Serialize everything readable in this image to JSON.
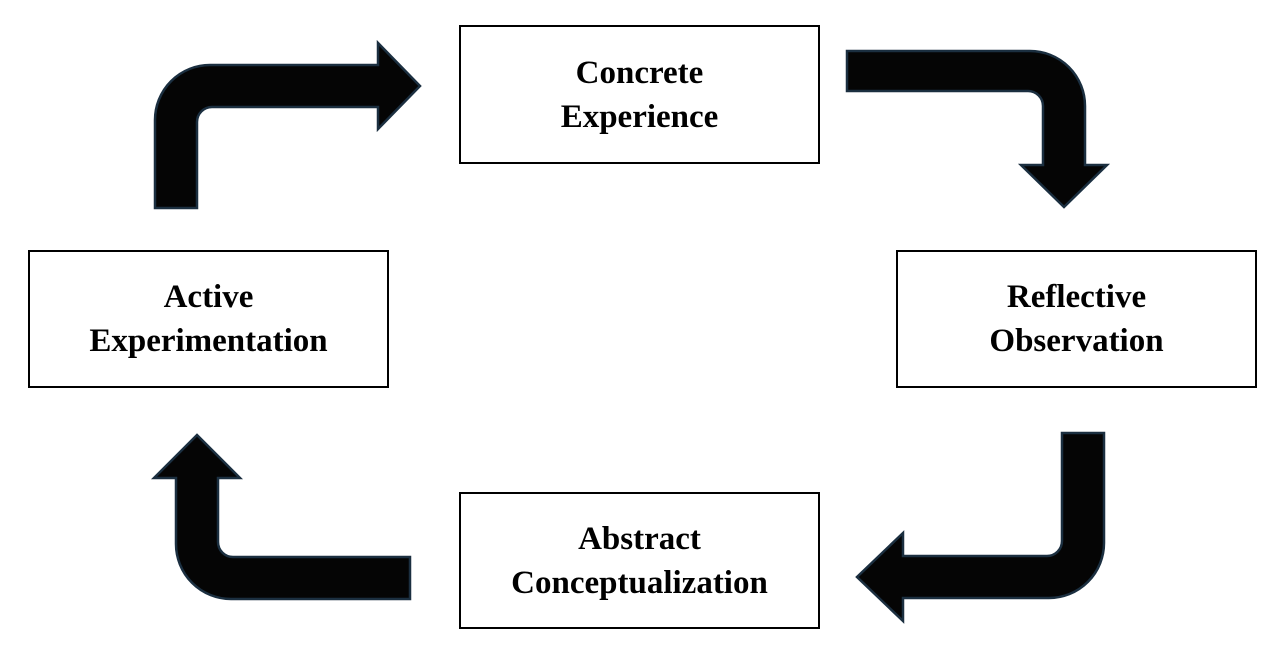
{
  "diagram": {
    "type": "cycle",
    "nodes": [
      {
        "id": "concrete-experience",
        "label": "Concrete Experience",
        "lines": [
          "Concrete",
          "Experience"
        ]
      },
      {
        "id": "reflective-observation",
        "label": "Reflective Observation",
        "lines": [
          "Reflective",
          "Observation"
        ]
      },
      {
        "id": "abstract-conceptualization",
        "label": "Abstract Conceptualization",
        "lines": [
          "Abstract",
          "Conceptualization"
        ]
      },
      {
        "id": "active-experimentation",
        "label": "Active Experimentation",
        "lines": [
          "Active",
          "Experimentation"
        ]
      }
    ],
    "arrows": [
      {
        "from": "active-experimentation",
        "to": "concrete-experience",
        "shape": "bent-arrow",
        "direction": "up-then-right"
      },
      {
        "from": "concrete-experience",
        "to": "reflective-observation",
        "shape": "bent-arrow",
        "direction": "right-then-down"
      },
      {
        "from": "reflective-observation",
        "to": "abstract-conceptualization",
        "shape": "bent-arrow",
        "direction": "down-then-left"
      },
      {
        "from": "abstract-conceptualization",
        "to": "active-experimentation",
        "shape": "bent-arrow",
        "direction": "left-then-up"
      }
    ]
  },
  "colors": {
    "background": "#ffffff",
    "box_fill": "#ffffff",
    "box_border": "#000000",
    "text": "#000000",
    "arrow_fill": "#050505",
    "arrow_stroke": "#1b2f40"
  }
}
